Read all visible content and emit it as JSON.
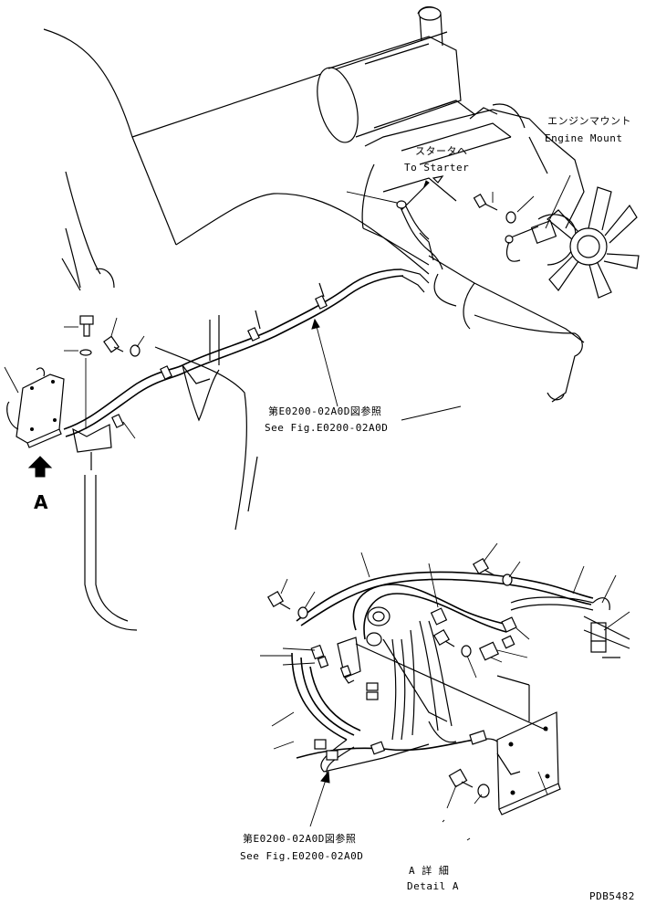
{
  "labels": {
    "engine_mount_jp": "エンジンマウント",
    "engine_mount_en": "Engine Mount",
    "starter_jp": "スタータへ",
    "starter_en": "To Starter",
    "see_fig_1_jp": "第E0200-02A0D図参照",
    "see_fig_1_en": "See Fig.E0200-02A0D",
    "see_fig_2_jp": "第E0200-02A0D図参照",
    "see_fig_2_en": "See Fig.E0200-02A0D",
    "view_a": "A",
    "detail_a_jp": "A 詳 細",
    "detail_a_en": "Detail A",
    "drawing_number": "PDB5482"
  }
}
